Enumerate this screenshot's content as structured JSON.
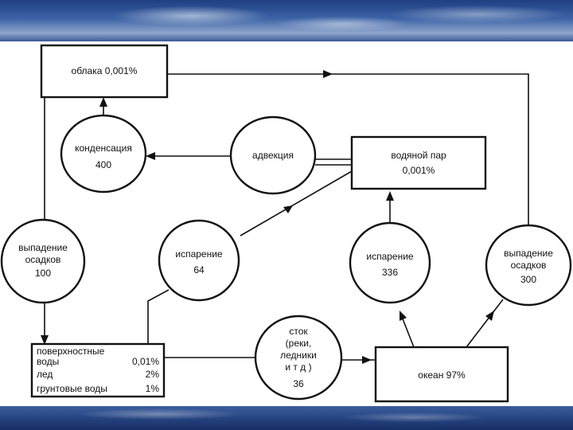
{
  "diagram": {
    "nodes": {
      "clouds": {
        "lines": [
          "облака  0,001%"
        ]
      },
      "condensation": {
        "lines": [
          "конденсация",
          "400"
        ]
      },
      "advection": {
        "lines": [
          "адвекция"
        ]
      },
      "vapor": {
        "lines": [
          "водяной пар",
          "0,001%"
        ]
      },
      "precip_left": {
        "lines": [
          "выпадение",
          "осадков",
          "100"
        ]
      },
      "evap_left": {
        "lines": [
          "испарение",
          "64"
        ]
      },
      "evap_right": {
        "lines": [
          "испарение",
          "336"
        ]
      },
      "precip_right": {
        "lines": [
          "выпадение",
          "осадков",
          "300"
        ]
      },
      "runoff": {
        "lines": [
          "сток",
          "(реки,",
          "ледники",
          "и т  д )",
          "36"
        ]
      },
      "ocean": {
        "lines": [
          "океан  97%"
        ]
      }
    },
    "surface_box": {
      "rows": [
        {
          "label": "поверхностные",
          "value": ""
        },
        {
          "label": "воды",
          "value": "0,01%"
        },
        {
          "label": "лед",
          "value": "2%"
        },
        {
          "label": "грунтовые воды",
          "value": "1%"
        }
      ]
    }
  }
}
